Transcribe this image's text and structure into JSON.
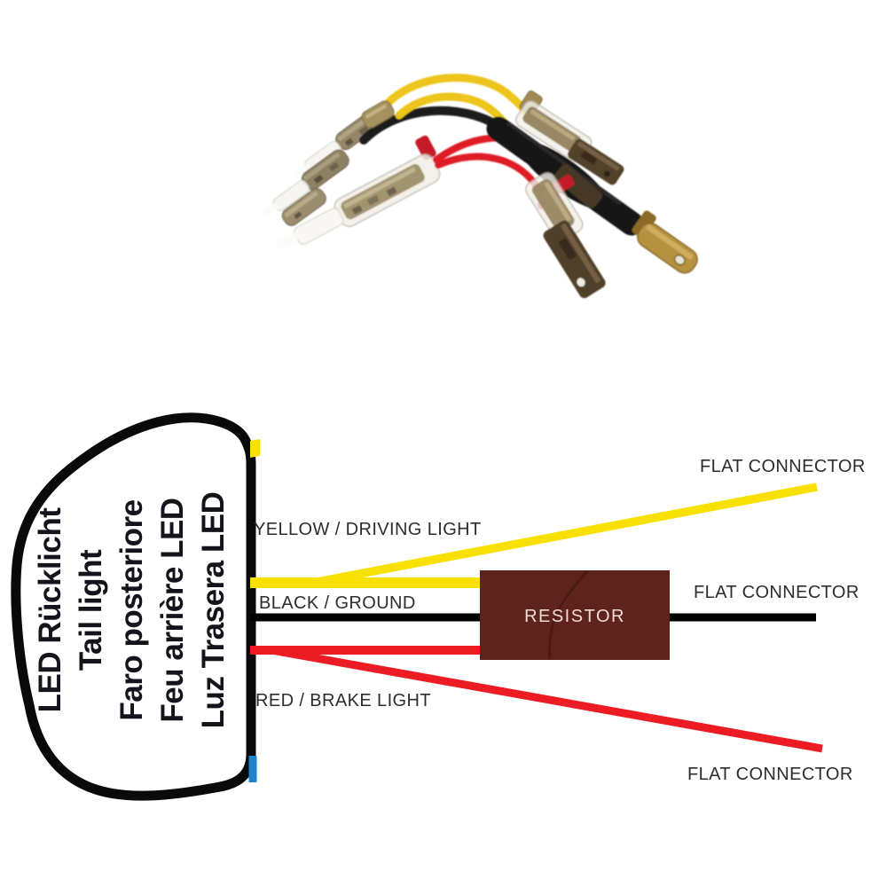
{
  "photo": {
    "name": "led-tail-light-adapter-harness-photo",
    "colors": {
      "yellow_wire": "#eec51c",
      "red_wire": "#df1b26",
      "black_wire": "#1a1a1a",
      "resistor_tube": "#161616",
      "brass_terminal": "#b5913f",
      "spade_connector": "#53422c",
      "clear_sleeve": "#f1efe8",
      "crimp_metal": "#948767"
    }
  },
  "diagram": {
    "housing_labels": [
      "LED Rücklicht",
      "Tail light",
      "Faro posteriore",
      "Feu arrière LED",
      "Luz Trasera LED"
    ],
    "yellow_wire": {
      "label": "YELLOW / DRIVING LIGHT",
      "connector": "FLAT CONNECTOR"
    },
    "black_wire": {
      "label": "BLACK / GROUND",
      "component": "RESISTOR",
      "connector": "FLAT CONNECTOR"
    },
    "red_wire": {
      "label": "RED / BRAKE LIGHT",
      "connector": "FLAT CONNECTOR"
    },
    "colors": {
      "yellow": "#f8e000",
      "black": "#000000",
      "red": "#ed1c24",
      "resistor_box": "#5e231c",
      "resistor_text": "#f2dcd2",
      "housing_outline": "#0a0a0a",
      "housing_fill": "#ffffff",
      "housing_text": "#14141c",
      "label_text": "#2d2d2d",
      "blue_mark": "#1f83c9"
    }
  }
}
